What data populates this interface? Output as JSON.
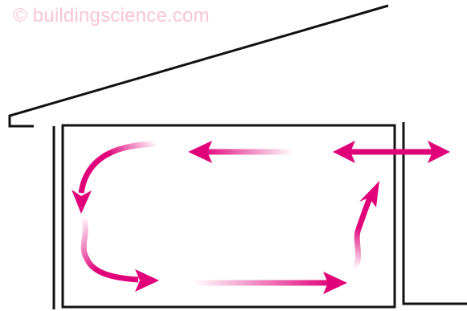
{
  "watermark": {
    "text": "© buildingscience.com",
    "color": "#f7c6d2"
  },
  "colors": {
    "arrow": "#e0007a",
    "arrow_faded": "#ffffff",
    "line": "#111111",
    "background": "#ffffff"
  },
  "diagram": {
    "arrows": [
      {
        "id": "air-loop-left-down",
        "meaning": "flow",
        "direction": "down"
      },
      {
        "id": "air-loop-bottom-right",
        "meaning": "flow",
        "direction": "right"
      },
      {
        "id": "air-loop-right-up",
        "meaning": "flow",
        "direction": "up"
      },
      {
        "id": "air-loop-top-left",
        "meaning": "flow",
        "direction": "left"
      },
      {
        "id": "air-exchange-through-wall",
        "meaning": "exchange",
        "direction": "both"
      }
    ]
  }
}
